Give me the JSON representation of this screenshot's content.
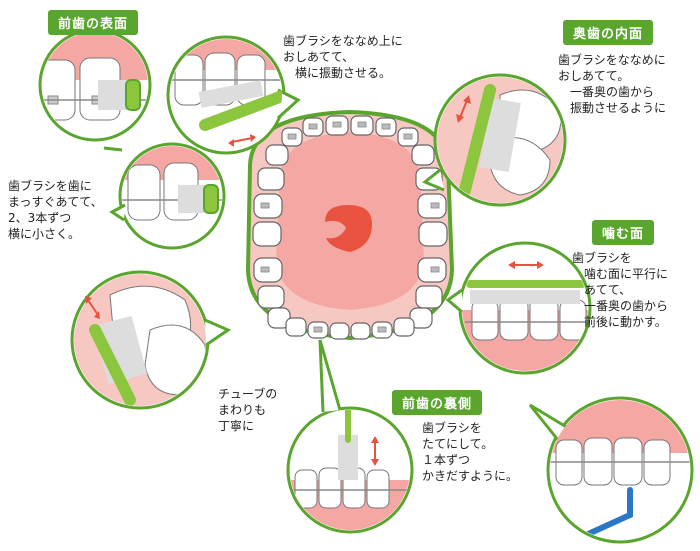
{
  "labels": {
    "front_outer": "前歯の表面",
    "back_inner": "奥歯の内面",
    "biting": "噛む面",
    "front_inner": "前歯の裏側"
  },
  "notes": {
    "tilt_up": "歯ブラシをななめ上に\nおしあてて、\n　横に振動させる。",
    "straight": "歯ブラシを歯に\nまっすぐあてて、\n2、3本ずつ\n横に小さく。",
    "inner_tilt": "歯ブラシをななめに\nおしあてて。\n　一番奥の歯から\n　振動させるように",
    "biting": "歯ブラシを\n　噛む面に平行に\n　あてて、\n　一番奥の歯から\n　前後に動かす。",
    "tube": "チューブの\nまわりも\n丁寧に",
    "vertical": "歯ブラシを\nたてにして。\n１本ずつ\nかきだすように。"
  },
  "colors": {
    "accent_green": "#5aa52e",
    "brush_green": "#8cc63f",
    "gum_pink": "#f4a7a3",
    "tongue_red": "#e8523f"
  }
}
